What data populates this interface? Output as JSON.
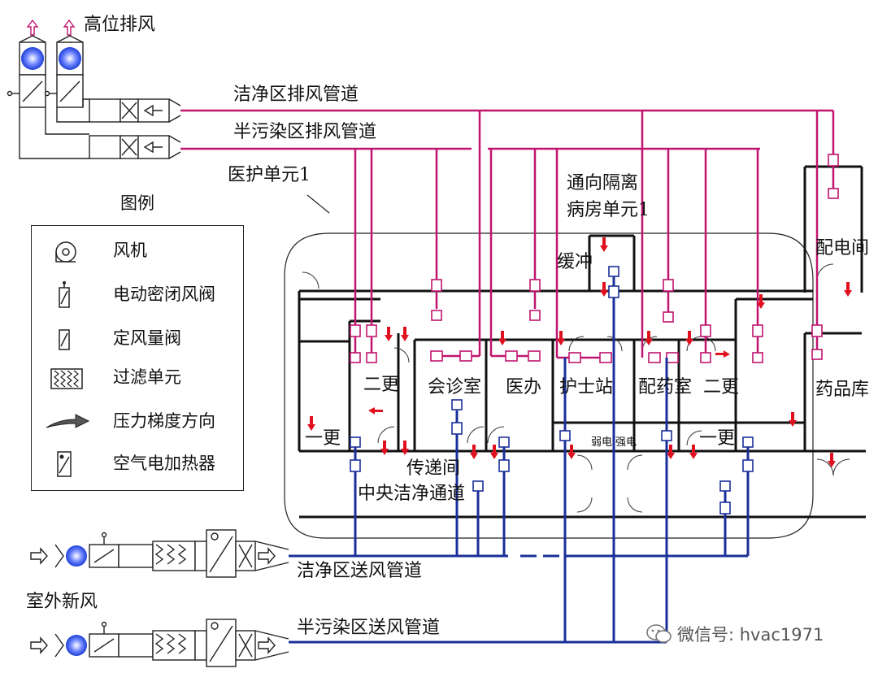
{
  "labels": {
    "high_exhaust": "高位排风",
    "clean_exhaust_duct": "洁净区排风管道",
    "semi_exhaust_duct": "半污染区排风管道",
    "medical_unit": "医护单元1",
    "to_isolation_1": "通向隔离",
    "to_isolation_2": "病房单元1",
    "buffer": "缓冲",
    "power_room": "配电间",
    "change2_left": "二更",
    "consult_room": "会诊室",
    "doctor_office": "医办",
    "nurse_station": "护士站",
    "dispensing_room": "配药室",
    "change2_right": "二更",
    "pharmacy": "药品库",
    "change1_left": "一更",
    "change1_right": "一更",
    "pass_box": "传递间",
    "central_corridor": "中央洁净通道",
    "weak_electric": "弱电",
    "strong_electric": "强电",
    "clean_supply_duct": "洁净区送风管道",
    "outdoor_air": "室外新风",
    "semi_supply_duct": "半污染区送风管道"
  },
  "legend": {
    "title": "图例",
    "items": [
      {
        "icon": "fan-icon",
        "label": "风机"
      },
      {
        "icon": "electric-damper-icon",
        "label": "电动密闭风阀"
      },
      {
        "icon": "constant-volume-valve-icon",
        "label": "定风量阀"
      },
      {
        "icon": "filter-unit-icon",
        "label": "过滤单元"
      },
      {
        "icon": "pressure-arrow-icon",
        "label": "压力梯度方向"
      },
      {
        "icon": "electric-heater-icon",
        "label": "空气电加热器"
      }
    ]
  },
  "watermark": "微信号: hvac1971",
  "colors": {
    "exhaust_duct": "#c0146e",
    "supply_duct": "#1a2f9a",
    "pressure_arrow": "#e0101e",
    "fan_blue": "#1e3fd6",
    "wall": "#111111"
  }
}
